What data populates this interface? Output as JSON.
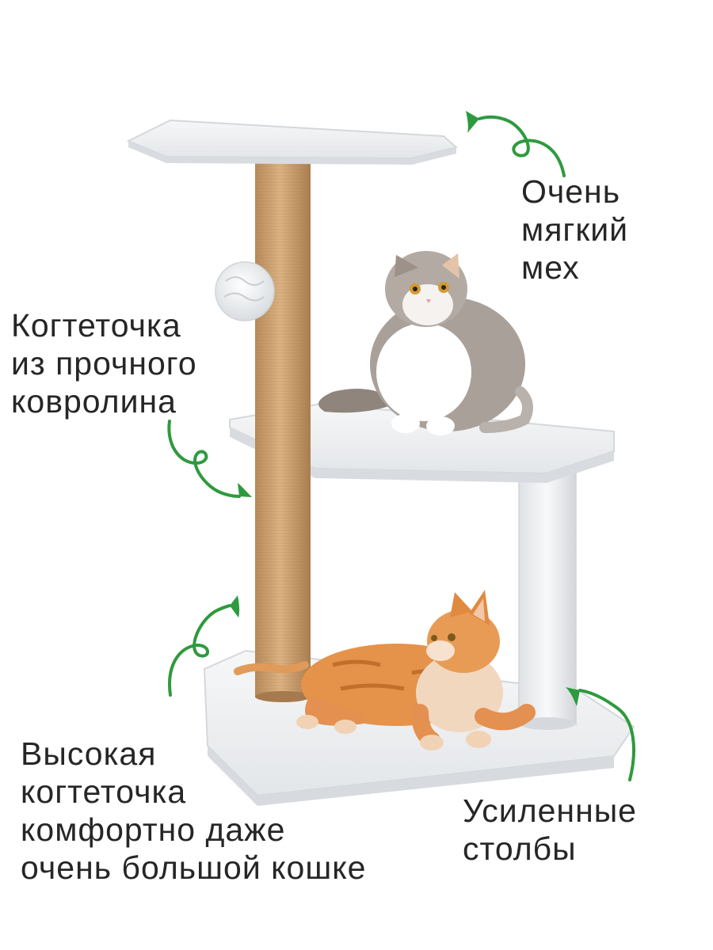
{
  "labels": {
    "soft_fur": [
      "Очень",
      "мягкий",
      "мех"
    ],
    "scratcher": [
      "Когтеточка",
      "из прочного",
      "ковролина"
    ],
    "tall_scratcher": [
      "Высокая",
      "когтеточка",
      "комфортно даже",
      "очень большой кошке"
    ],
    "posts": [
      "Усиленные",
      "столбы"
    ]
  },
  "colors": {
    "arrow": "#2e9a3e",
    "text": "#262626",
    "sisal": "#d2a877",
    "plush": "#eef0f2",
    "ginger_cat": "#e5924a",
    "calico_cat": "#a9a09a"
  }
}
